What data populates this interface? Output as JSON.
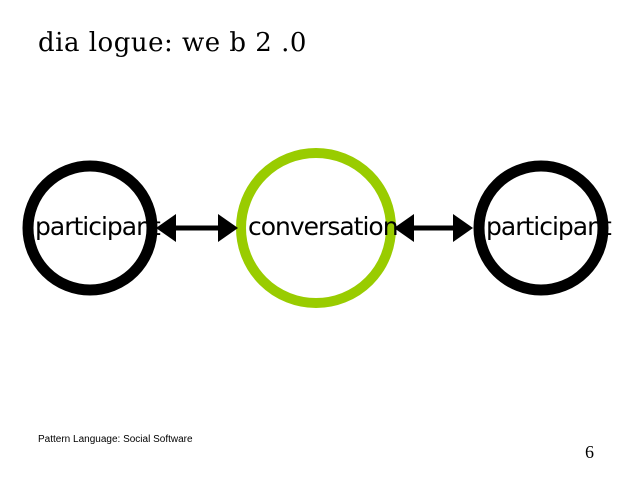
{
  "slide": {
    "title": "dia logue: we b 2 .0",
    "footer": "Pattern Language: Social Software",
    "page_number": "6"
  },
  "diagram": {
    "nodes": [
      {
        "id": "participant-left",
        "label": "participant",
        "ring_color": "#000000"
      },
      {
        "id": "conversation",
        "label": "conversation",
        "ring_color": "#99cc00"
      },
      {
        "id": "participant-right",
        "label": "participant",
        "ring_color": "#000000"
      }
    ],
    "edges": [
      {
        "from": "participant-left",
        "to": "conversation",
        "direction": "both"
      },
      {
        "from": "conversation",
        "to": "participant-right",
        "direction": "both"
      }
    ]
  }
}
